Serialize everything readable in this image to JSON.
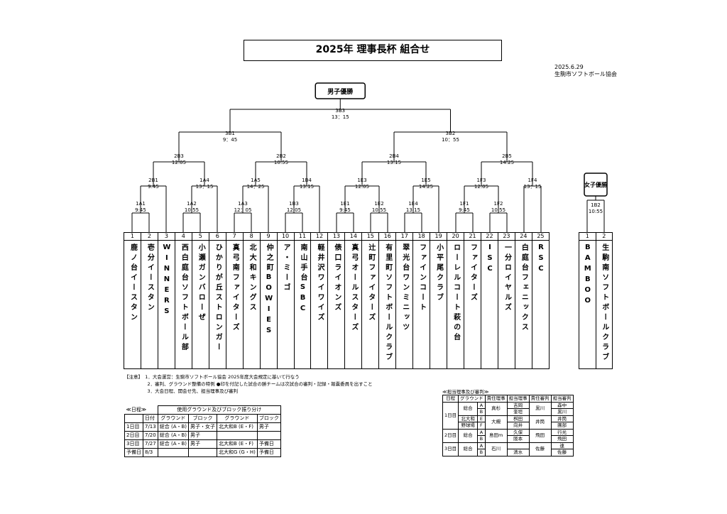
{
  "title": "2025年 理事長杯 組合せ",
  "date": "2025.6.29",
  "org": "生駒市ソフトボール協会",
  "boys_champion": "男子優勝",
  "girls_champion": "女子優勝",
  "games": {
    "3B3": {
      "id": "3B3",
      "time": "13：15"
    },
    "3B1": {
      "id": "3B1",
      "time": "9：45"
    },
    "3B2": {
      "id": "3B2",
      "time": "10：55"
    },
    "2B3": {
      "id": "2B3",
      "time": "12:05"
    },
    "2B2": {
      "id": "2B2",
      "time": "10:55"
    },
    "2B4": {
      "id": "2B4",
      "time": "13:15"
    },
    "2B5": {
      "id": "2B5",
      "time": "14:25"
    },
    "2B1": {
      "id": "2B1",
      "time": "9:45"
    },
    "1A4": {
      "id": "1A4",
      "time": "13：15"
    },
    "1A5": {
      "id": "1A5",
      "time": "14：25"
    },
    "1B4": {
      "id": "1B4",
      "time": "13:15"
    },
    "1E3": {
      "id": "1E3",
      "time": "12:05"
    },
    "1E5": {
      "id": "1E5",
      "time": "14:25"
    },
    "1F3": {
      "id": "1F3",
      "time": "12:05"
    },
    "1F4": {
      "id": "1F4",
      "time": "13：15"
    },
    "1A1": {
      "id": "1A1",
      "time": "9:45"
    },
    "1A2": {
      "id": "1A2",
      "time": "10:55"
    },
    "1A3": {
      "id": "1A3",
      "time": "12：05"
    },
    "1B3": {
      "id": "1B3",
      "time": "12:05"
    },
    "1E1": {
      "id": "1E1",
      "time": "9:45"
    },
    "1E2": {
      "id": "1E2",
      "time": "10:55"
    },
    "1E4": {
      "id": "1E4",
      "time": "13:15"
    },
    "1F1": {
      "id": "1F1",
      "time": "9:45"
    },
    "1F2": {
      "id": "1F2",
      "time": "10:55"
    },
    "1B2": {
      "id": "1B2",
      "time": "10:55"
    }
  },
  "boys_teams": [
    {
      "no": "1",
      "name": "鹿ノ台イースタン"
    },
    {
      "no": "2",
      "name": "壱分イースタン"
    },
    {
      "no": "3",
      "name": "WINNERS"
    },
    {
      "no": "4",
      "name": "西白庭台ソフトボール部"
    },
    {
      "no": "5",
      "name": "小瀬ガンバローぜ"
    },
    {
      "no": "6",
      "name": "ひかりが丘ストロンガー"
    },
    {
      "no": "7",
      "name": "真弓南ファイターズ"
    },
    {
      "no": "8",
      "name": "北大和キングス"
    },
    {
      "no": "9",
      "name": "仲之町BOWIES"
    },
    {
      "no": "10",
      "name": "ア・ミーゴ"
    },
    {
      "no": "11",
      "name": "南山手台SBC"
    },
    {
      "no": "12",
      "name": "軽井沢ワイワイズ"
    },
    {
      "no": "13",
      "name": "俵口ライオンズ"
    },
    {
      "no": "14",
      "name": "真弓オールスターズ"
    },
    {
      "no": "15",
      "name": "辻町ファイターズ"
    },
    {
      "no": "16",
      "name": "有里町ソフトボールクラブ"
    },
    {
      "no": "17",
      "name": "翠光台ワンミニッツ"
    },
    {
      "no": "18",
      "name": "ファインコート"
    },
    {
      "no": "19",
      "name": "小平尾クラブ"
    },
    {
      "no": "20",
      "name": "ローレルコート萩の台"
    },
    {
      "no": "21",
      "name": "ファイターズ"
    },
    {
      "no": "22",
      "name": "ISC"
    },
    {
      "no": "23",
      "name": "一分ロイヤルズ"
    },
    {
      "no": "24",
      "name": "白庭台フェニックス"
    },
    {
      "no": "25",
      "name": "RSC"
    }
  ],
  "girls_teams": [
    {
      "no": "1",
      "name": "BAMBOO"
    },
    {
      "no": "2",
      "name": "生駒南ソフトボールクラブ"
    }
  ],
  "notes": [
    "【注意】　1．大会運営：生駒市ソフトボール協会 2025年度大会規定に基いて行なう",
    "　　　　　2．審判、グラウンド整備の特例 ●印を付記した試合の勝チームは次試合の審判・記録・報嚢委員を出すこと",
    "　　　　　3．大会日程、開会せ先、担当理事及び審判"
  ],
  "schedule": {
    "caption": "≪日程≫",
    "group_header": "使用グラウンド及びブロック振り分け",
    "headers": [
      "日付",
      "グラウンド",
      "ブロック",
      "グラウンド",
      "ブロック"
    ],
    "rows": [
      [
        "1日目",
        "7/13",
        "総合 (A・B)",
        "男子・女子",
        "北大和B (E・F)",
        "男子"
      ],
      [
        "2日目",
        "7/20",
        "総合 (A・B)",
        "男子",
        "",
        ""
      ],
      [
        "3日目",
        "7/27",
        "総合 (A・B)",
        "男子",
        "北大和B (E・F)",
        "予備日"
      ],
      [
        "予備日",
        "8/3",
        "",
        "",
        "北大和G (G・H)",
        "予備日"
      ]
    ]
  },
  "responsibility": {
    "caption": "≪担当理事及び審判≫",
    "headers": [
      "日程",
      "グラウンド",
      "",
      "責任理事",
      "担当理事",
      "責任審判",
      "担当審判"
    ],
    "rows": [
      [
        "1日目",
        "総合",
        "A",
        "真杉",
        "吉岡",
        "黒川",
        "森中"
      ],
      [
        "",
        "",
        "B",
        "",
        "奎垣",
        "",
        "黒川"
      ],
      [
        "",
        "北大和",
        "E",
        "大槻",
        "桝田",
        "井筒",
        "井筒"
      ],
      [
        "",
        "野球場",
        "F",
        "",
        "向井",
        "",
        "團部"
      ],
      [
        "2日目",
        "総合",
        "A",
        "島田m",
        "久保",
        "飛田",
        "行光"
      ],
      [
        "",
        "",
        "B",
        "",
        "阪本",
        "",
        "飛田"
      ],
      [
        "3日目",
        "総合",
        "A",
        "石川",
        "",
        "佐藤",
        "連"
      ],
      [
        "",
        "",
        "B",
        "",
        "清水",
        "",
        "佐藤"
      ]
    ]
  }
}
